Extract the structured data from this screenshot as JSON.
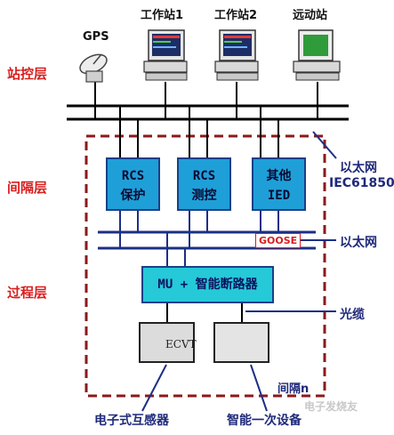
{
  "layers": {
    "station": "站控层",
    "bay": "间隔层",
    "process": "过程层"
  },
  "top_labels": {
    "gps": "GPS",
    "ws1": "工作站1",
    "ws2": "工作站2",
    "remote": "远动站"
  },
  "boxes": {
    "rcs_protect": [
      "RCS",
      "保护"
    ],
    "rcs_control": [
      "RCS",
      "测控"
    ],
    "other_ied": [
      "其他",
      "IED"
    ]
  },
  "right_labels": {
    "ethernet_iec": [
      "以太网",
      "IEC61850"
    ],
    "ethernet": "以太网",
    "fiber": "光缆"
  },
  "goose": "GOOSE",
  "mu": "MU + 智能断路器",
  "ecvt": "ECVT",
  "bay_n": "间隔n",
  "bottom_labels": {
    "electronic_transformer": "电子式互感器",
    "smart_device": "智能一次设备"
  },
  "watermark": "电子发烧友",
  "colors": {
    "bus": "#000000",
    "process_bus": "#1c2f86",
    "dashed_frame": "#8b1a1a",
    "box_fill": "#1f9fd8",
    "mu_fill": "#26c9d8",
    "layer_text": "#d81e1e",
    "label_text": "#1f2a7a"
  }
}
